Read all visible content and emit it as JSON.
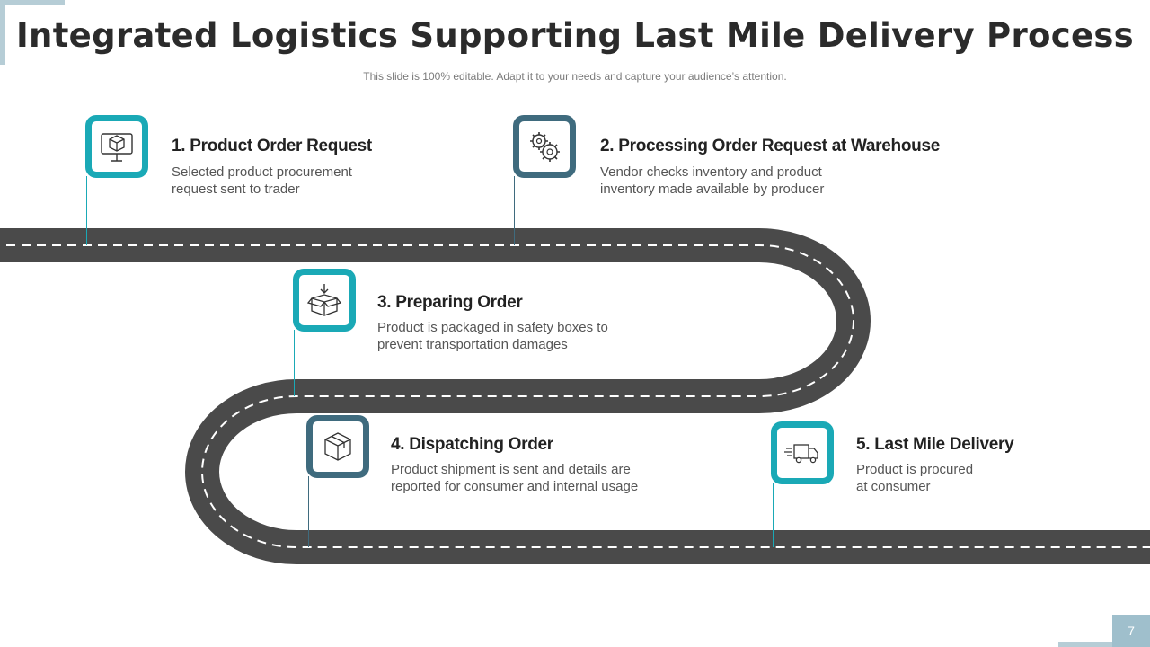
{
  "title": "Integrated Logistics Supporting Last Mile Delivery Process",
  "subtitle": "This slide is 100% editable. Adapt it to your needs and capture your audience’s attention.",
  "page_number": "7",
  "colors": {
    "teal": "#1aa9b6",
    "slate": "#3f6b7e",
    "road": "#4a4a4a",
    "lane": "#ffffff"
  },
  "steps": [
    {
      "title": "1. Product Order Request",
      "desc": [
        "Selected product procurement",
        "request sent to trader"
      ],
      "icon": "monitor-box-icon"
    },
    {
      "title": "2. Processing Order Request at Warehouse",
      "desc": [
        "Vendor checks inventory and product",
        "inventory made available by producer"
      ],
      "icon": "gears-icon"
    },
    {
      "title": "3. Preparing Order",
      "desc": [
        "Product is packaged in safety boxes to",
        "prevent transportation damages"
      ],
      "icon": "box-in-icon"
    },
    {
      "title": "4. Dispatching Order",
      "desc": [
        "Product shipment is sent and details are",
        "reported for consumer and internal usage"
      ],
      "icon": "package-icon"
    },
    {
      "title": "5. Last Mile Delivery",
      "desc": [
        "Product is procured",
        "at consumer"
      ],
      "icon": "delivery-truck-icon"
    }
  ]
}
